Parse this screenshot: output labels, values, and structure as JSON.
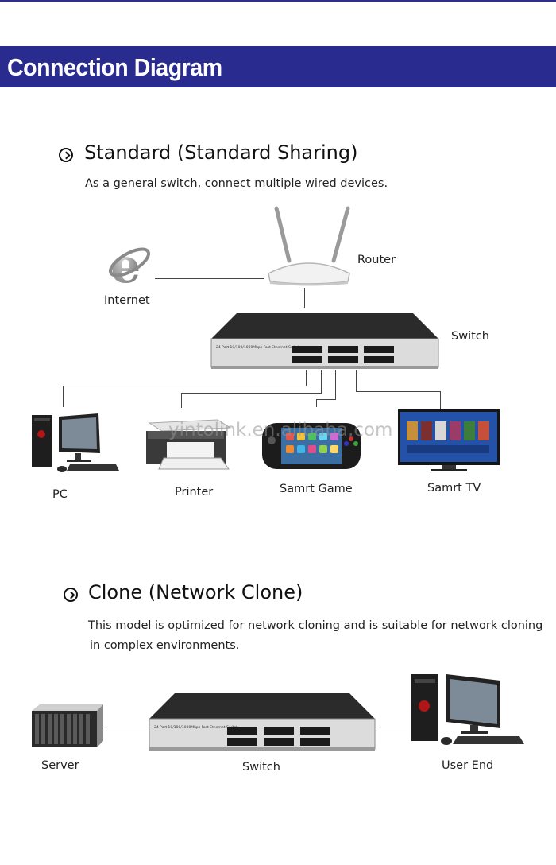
{
  "banner": {
    "title": "Connection Diagram"
  },
  "standard": {
    "title": "Standard (Standard Sharing)",
    "description": "As a general switch, connect multiple wired devices.",
    "nodes": {
      "internet": "Internet",
      "router": "Router",
      "switch": "Switch",
      "pc": "PC",
      "printer": "Printer",
      "game": "Samrt Game",
      "tv": "Samrt TV"
    }
  },
  "clone": {
    "title": "Clone (Network Clone)",
    "description_line1": "This model is optimized for network cloning and is suitable for network cloning",
    "description_line2": "in complex environments.",
    "nodes": {
      "server": "Server",
      "switch": "Switch",
      "user_end": "User End"
    }
  },
  "device_text": {
    "switch_panel": "24 Port 10/100/1000Mbps Fast Ethernet Switch"
  },
  "watermark": "yintolink.en.alibaba.com"
}
